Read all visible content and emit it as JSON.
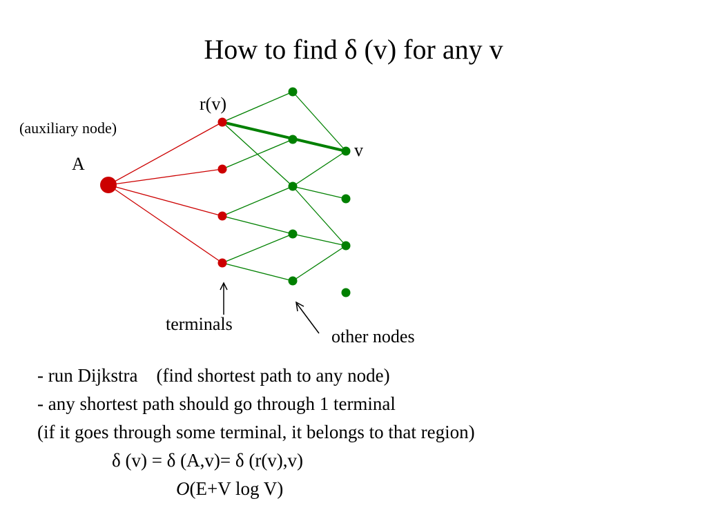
{
  "slide": {
    "title": "How to find δ (v) for any v",
    "labels": {
      "rv": "r(v)",
      "auxiliary": "(auxiliary node)",
      "a": "A",
      "v": "v",
      "terminals": "terminals",
      "other_nodes": "other nodes"
    },
    "lines": [
      "- run Dijkstra    (find shortest path to any node)",
      "- any shortest path should go through 1 terminal",
      "(if it goes through some terminal, it belongs to that region)",
      "δ (v) = δ (A,v)= δ (r(v),v)"
    ],
    "complexity": {
      "o": "O",
      "rest": "(E+V log V)"
    }
  },
  "colors": {
    "terminal": "#cc0000",
    "other": "#008000",
    "highlight": "#008000"
  }
}
